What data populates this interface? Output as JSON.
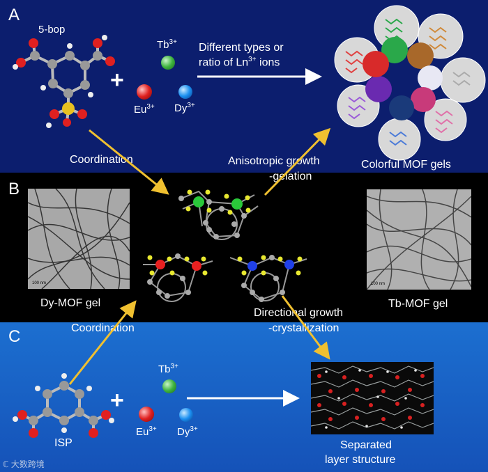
{
  "panel_a": {
    "letter": "A",
    "ligand_label": "5-bop",
    "ion_tb": "Tb",
    "ion_eu": "Eu",
    "ion_dy": "Dy",
    "charge": "3+",
    "arrow_text_line1": "Different types or",
    "arrow_text_line2_pre": "ratio of Ln",
    "arrow_text_line2_sup": "3+",
    "arrow_text_line2_post": " ions",
    "coordination": "Coordination",
    "anisotropic_line1": "Anisotropic growth",
    "anisotropic_line2": "-gelation",
    "result_label": "Colorful MOF gels",
    "gel_colors": [
      "#2aa84a",
      "#b86a2a",
      "#d8d8e8",
      "#d04a8a",
      "#2a5ab8",
      "#7a3ab8",
      "#d82a2a"
    ]
  },
  "panel_b": {
    "letter": "B",
    "left_label": "Dy-MOF gel",
    "right_label": "Tb-MOF gel",
    "scale_bar": "100 nm",
    "directional_line1": "Directional growth",
    "directional_line2": "-crystallization"
  },
  "panel_c": {
    "letter": "C",
    "coordination": "Coordination",
    "ligand_label": "ISP",
    "ion_tb": "Tb",
    "ion_eu": "Eu",
    "ion_dy": "Dy",
    "charge": "3+",
    "result_line1": "Separated",
    "result_line2": "layer structure",
    "watermark": "大数跨境"
  },
  "colors": {
    "arrow_yellow": "#f0c030",
    "panel_a_bg": "#0c1e6e",
    "panel_c_bg": "#1c6fd0"
  }
}
